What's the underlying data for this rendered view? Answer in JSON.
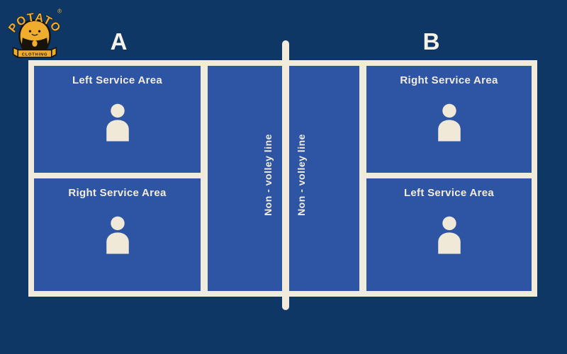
{
  "brand": {
    "logo_text": "POTATO",
    "logo_subtext": "CLOTHING",
    "registered_mark": "®"
  },
  "court": {
    "side_a_label": "A",
    "side_b_label": "B",
    "non_volley_label_left": "Non - volley line",
    "non_volley_label_right": "Non - volley line",
    "cells": [
      {
        "id": "a-top",
        "label": "Left Service Area"
      },
      {
        "id": "a-bottom",
        "label": "Right Service Area"
      },
      {
        "id": "b-top",
        "label": "Right Service Area"
      },
      {
        "id": "b-bottom",
        "label": "Left Service Area"
      }
    ]
  },
  "colors": {
    "background_navy": "#0e3766",
    "court_blue": "#2e55a3",
    "line_cream": "#f1ebdc",
    "text_cream": "#f2ecdc",
    "logo_gold": "#f0ad2d",
    "logo_black": "#17130b"
  }
}
